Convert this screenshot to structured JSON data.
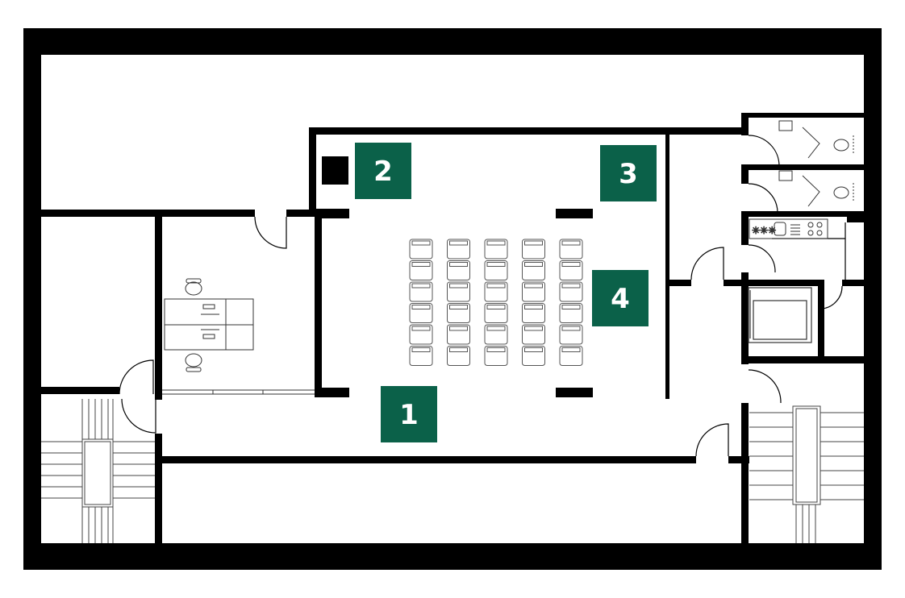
{
  "colors": {
    "wall": "#000000",
    "marker": "#0b6149",
    "marker_text": "#ffffff",
    "fixture": "#555555",
    "background": "#ffffff"
  },
  "markers": [
    {
      "label": "1"
    },
    {
      "label": "2"
    },
    {
      "label": "3"
    },
    {
      "label": "4"
    }
  ],
  "seating": {
    "columns": 5,
    "rows": 6
  },
  "icons": [
    "door-swing-icon",
    "toilet-icon",
    "sink-icon",
    "stove-icon",
    "chair-icon",
    "desk-icon",
    "monitor-icon",
    "stair-icon",
    "elevator-icon"
  ]
}
